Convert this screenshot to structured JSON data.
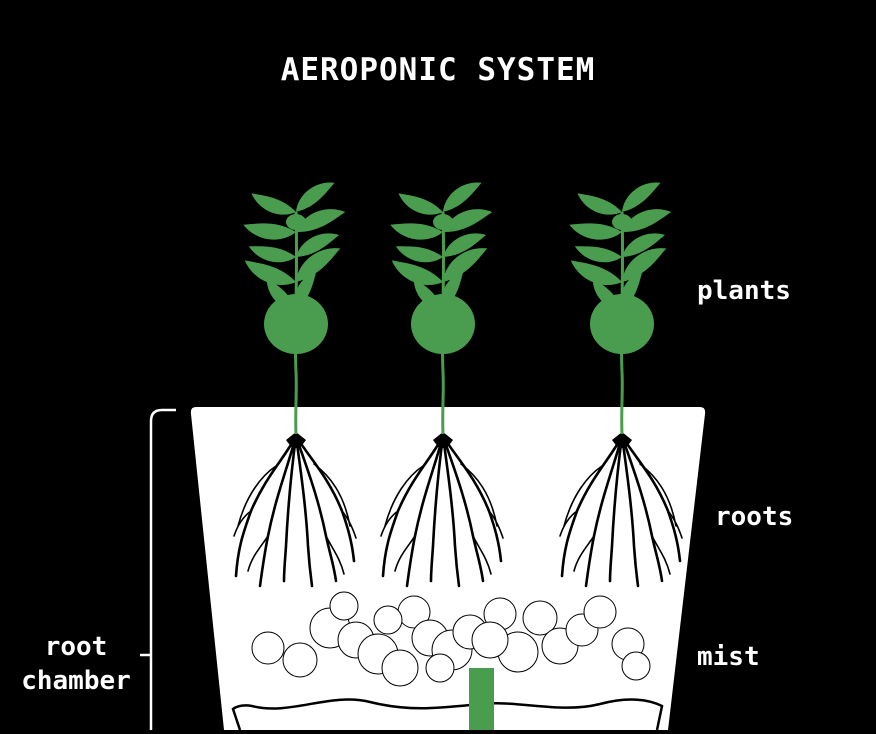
{
  "title": "AEROPONIC SYSTEM",
  "labels": {
    "plants": "plants",
    "roots": "roots",
    "mist": "mist",
    "root_chamber_line1": "root",
    "root_chamber_line2": "chamber"
  },
  "colors": {
    "background": "#000000",
    "container": "#ffffff",
    "plant_green": "#4a9d4f",
    "root_black": "#000000",
    "text": "#ffffff"
  },
  "plant_count": 3
}
